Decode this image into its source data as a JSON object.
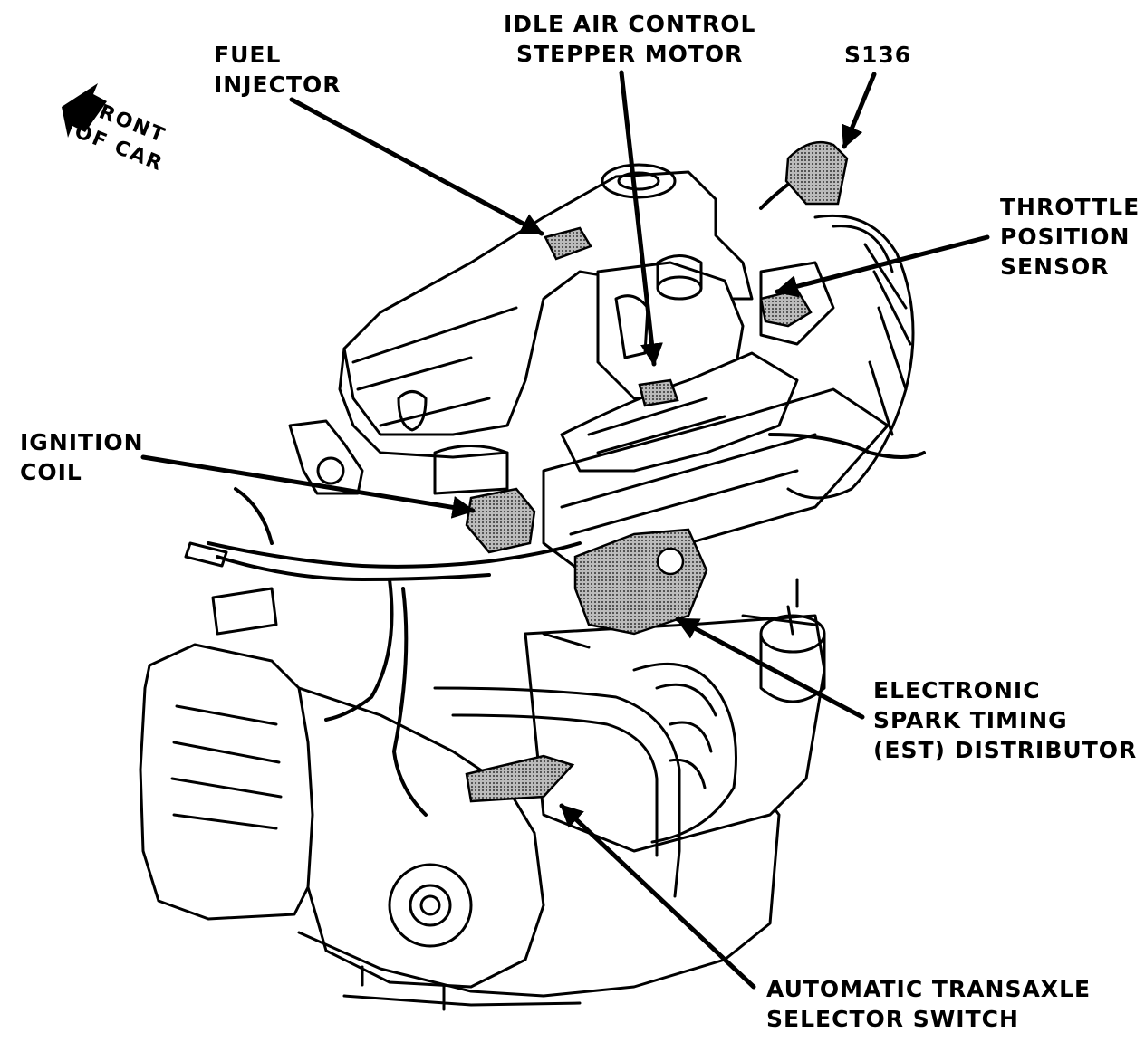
{
  "labels": {
    "fuel_injector": [
      "FUEL",
      "INJECTOR"
    ],
    "idle_air": [
      "IDLE AIR CONTROL",
      "STEPPER MOTOR"
    ],
    "s136": [
      "S136"
    ],
    "throttle": [
      "THROTTLE",
      "POSITION",
      "SENSOR"
    ],
    "ignition_coil": [
      "IGNITION",
      "COIL"
    ],
    "est": [
      "ELECTRONIC",
      "SPARK TIMING",
      "(EST) DISTRIBUTOR"
    ],
    "transaxle": [
      "AUTOMATIC TRANSAXLE",
      "SELECTOR SWITCH"
    ],
    "front_of_car": [
      "FRONT",
      "OF CAR"
    ]
  },
  "colors": {
    "ink": "#000000",
    "paper": "#ffffff",
    "shade": "#7a7a7a"
  },
  "icons": {
    "direction": "front-arrow-icon"
  }
}
